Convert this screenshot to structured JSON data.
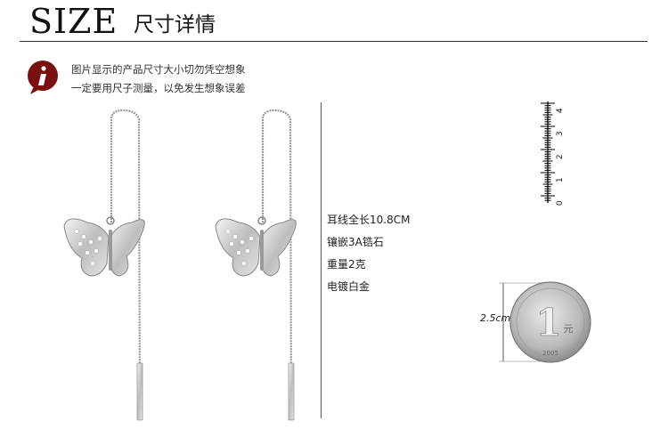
{
  "header": {
    "title": "SIZE",
    "subtitle": "尺寸详情"
  },
  "notice": {
    "icon": "info-icon",
    "line1": "图片显示的产品尺寸大小切勿凭空想象",
    "line2": "一定要用尺子测量，以免发生想象误差"
  },
  "specs": {
    "length": "耳线全长10.8CM",
    "inlay": "镶嵌3A锆石",
    "weight": "重量2克",
    "plating": "电镀白金"
  },
  "ruler": {
    "marks": [
      "0",
      "1",
      "2",
      "3",
      "4"
    ]
  },
  "coin": {
    "diameter_label": "2.5cm",
    "denomination": "1",
    "unit": "元",
    "year": "2005"
  },
  "colors": {
    "accent": "#7a1010",
    "text": "#222222",
    "silver": "#c9c9c9"
  }
}
